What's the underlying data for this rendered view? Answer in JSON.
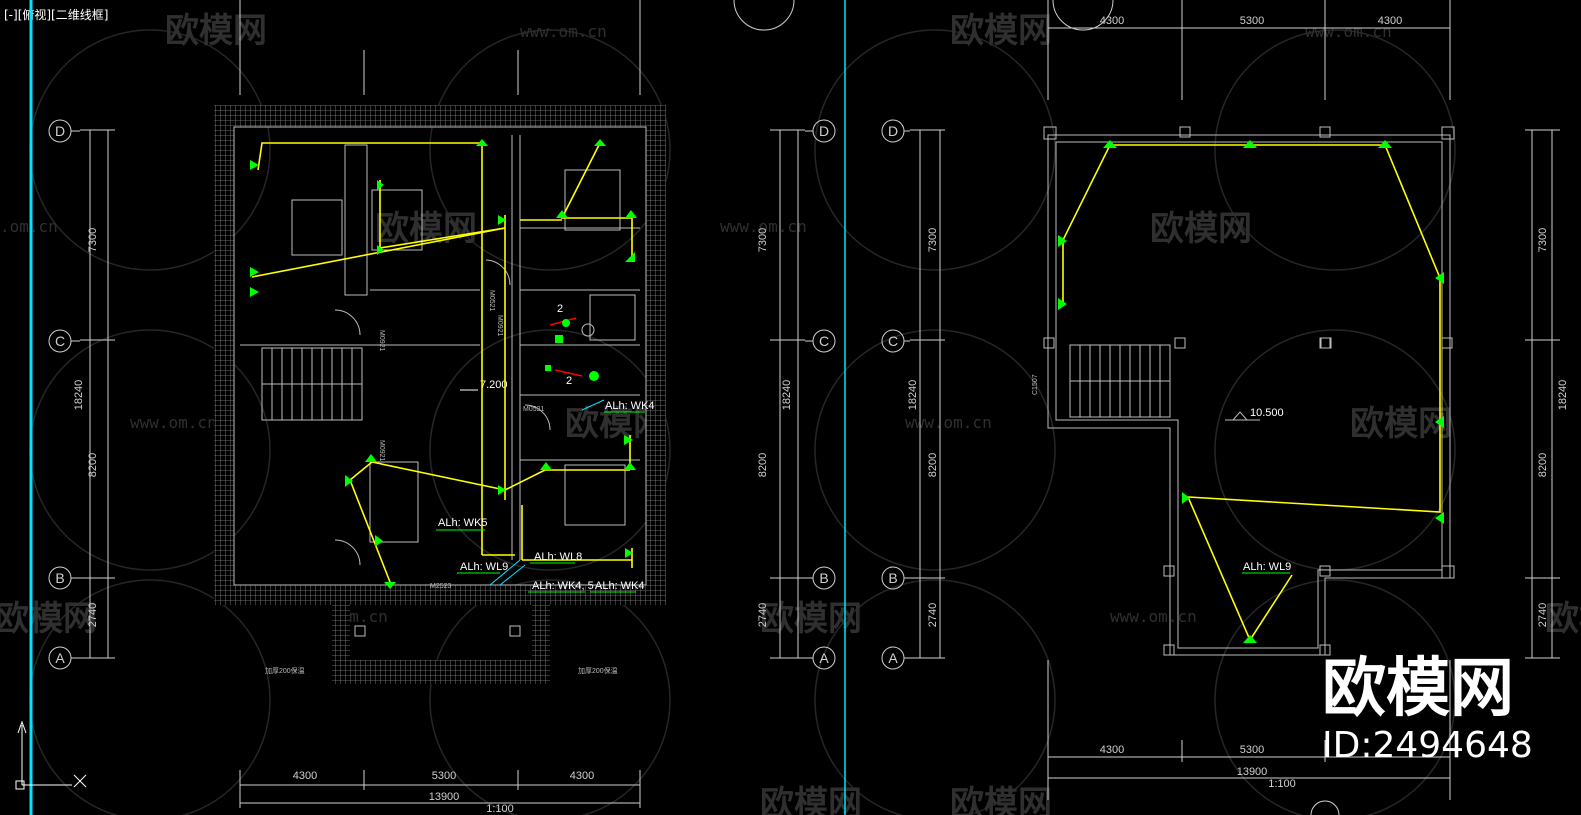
{
  "viewport": {
    "label": "[-][俯视][二维线框]"
  },
  "watermark": {
    "logo_text": "欧模网",
    "url_text": "www.om.cn",
    "url_short": ".om.cn"
  },
  "badge": {
    "title": "欧模网",
    "id_text": "ID:2494648"
  },
  "axes": {
    "a": "A",
    "b": "B",
    "c": "C",
    "d": "D"
  },
  "dimensions": {
    "bay_left": "4300",
    "bay_mid": "5300",
    "bay_right": "4300",
    "total_width": "13900",
    "span_top": "7300",
    "span_mid": "8200",
    "span_bottom": "2740",
    "total_height": "18240"
  },
  "plan_left": {
    "circuits": {
      "wk5": "ALh: WK5",
      "wl9": "ALh: WL9",
      "wl8": "ALh: WL8",
      "wk45": "ALh: WK4, 5",
      "wk4": "ALh: WK4"
    },
    "elevation": "7.200",
    "door_m2523": "M2523",
    "door_m0921": "M0921",
    "door_m0521": "M0521",
    "balcony_note": "加厚200保温",
    "scale": "1:100",
    "num_2": "2"
  },
  "plan_right": {
    "circuit_wl9": "ALh: WL9",
    "elevation": "10.500",
    "window_c1507": "C1507",
    "scale": "1:100"
  },
  "colors": {
    "wire": "#ffff00",
    "fixture": "#00ff00",
    "accent_line": "#00e5ff",
    "dim_line": "#cfcfcf",
    "wall": "#bdbdbd",
    "alarm": "#ff0000"
  }
}
